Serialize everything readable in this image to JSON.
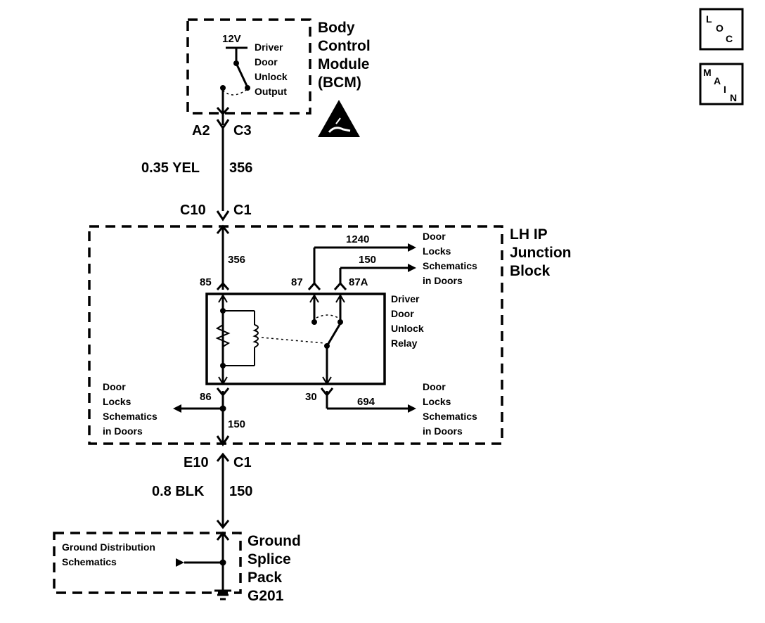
{
  "bcm": {
    "voltage": "12V",
    "output_lines": [
      "Driver",
      "Door",
      "Unlock",
      "Output"
    ],
    "title_lines": [
      "Body",
      "Control",
      "Module",
      "(BCM)"
    ],
    "connector_left": "A2",
    "connector_right": "C3"
  },
  "wire_top": {
    "gauge_color": "0.35 YEL",
    "circuit": "356"
  },
  "junction_conn_top": {
    "left": "C10",
    "right": "C1"
  },
  "junction": {
    "title_lines": [
      "LH IP",
      "Junction",
      "Block"
    ],
    "wire_inside_top": "356",
    "pins": {
      "p85": "85",
      "p87": "87",
      "p87a": "87A",
      "p86": "86",
      "p30": "30"
    },
    "relay_label_lines": [
      "Driver",
      "Door",
      "Unlock",
      "Relay"
    ],
    "circuit_1240": "1240",
    "circuit_150_top": "150",
    "circuit_694": "694",
    "circuit_150_bottom": "150",
    "dest_top_1": [
      "Door",
      "Locks",
      "Schematics",
      "in Doors"
    ],
    "dest_left": [
      "Door",
      "Locks",
      "Schematics",
      "in Doors"
    ],
    "dest_bottom_right": [
      "Door",
      "Locks",
      "Schematics",
      "in Doors"
    ]
  },
  "junction_conn_bottom": {
    "left": "E10",
    "right": "C1"
  },
  "wire_bottom": {
    "gauge_color": "0.8 BLK",
    "circuit": "150"
  },
  "ground": {
    "title_lines": [
      "Ground",
      "Splice",
      "Pack",
      "G201"
    ],
    "ref_lines": [
      "Ground Distribution",
      "Schematics"
    ]
  },
  "corner_icons": {
    "loc": [
      "L",
      "O",
      "C"
    ],
    "main": [
      "M",
      "A",
      "I",
      "N"
    ]
  },
  "icons": [
    "esd-warning-icon",
    "ground-symbol-icon",
    "resistor-icon",
    "coil-icon",
    "switch-icon"
  ]
}
